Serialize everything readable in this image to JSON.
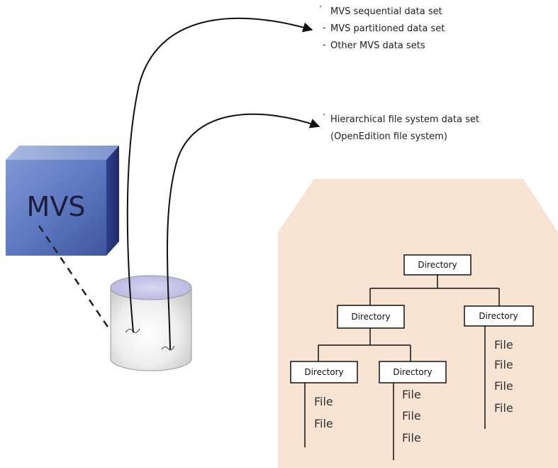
{
  "mvs": {
    "label": "MVS"
  },
  "mvs_datasets": {
    "items": [
      "MVS sequential data set",
      "MVS partitioned data set",
      "Other MVS data sets"
    ]
  },
  "hfs": {
    "line1": "Hierarchical file system data set",
    "line2": "(OpenEdition file system)"
  },
  "tree": {
    "root": "Directory",
    "left": "Directory",
    "right": "Directory",
    "left_left": "Directory",
    "left_right": "Directory",
    "files_left_left": [
      "File",
      "File"
    ],
    "files_left_right": [
      "File",
      "File",
      "File"
    ],
    "files_right": [
      "File",
      "File",
      "File",
      "File"
    ]
  },
  "colors": {
    "cube_front": "#5e79c2",
    "cube_top": "#94a9dd",
    "cube_side": "#2d3c8a",
    "folder_fill": "#f8e4d2",
    "cylinder_top": "#bfbde4"
  }
}
